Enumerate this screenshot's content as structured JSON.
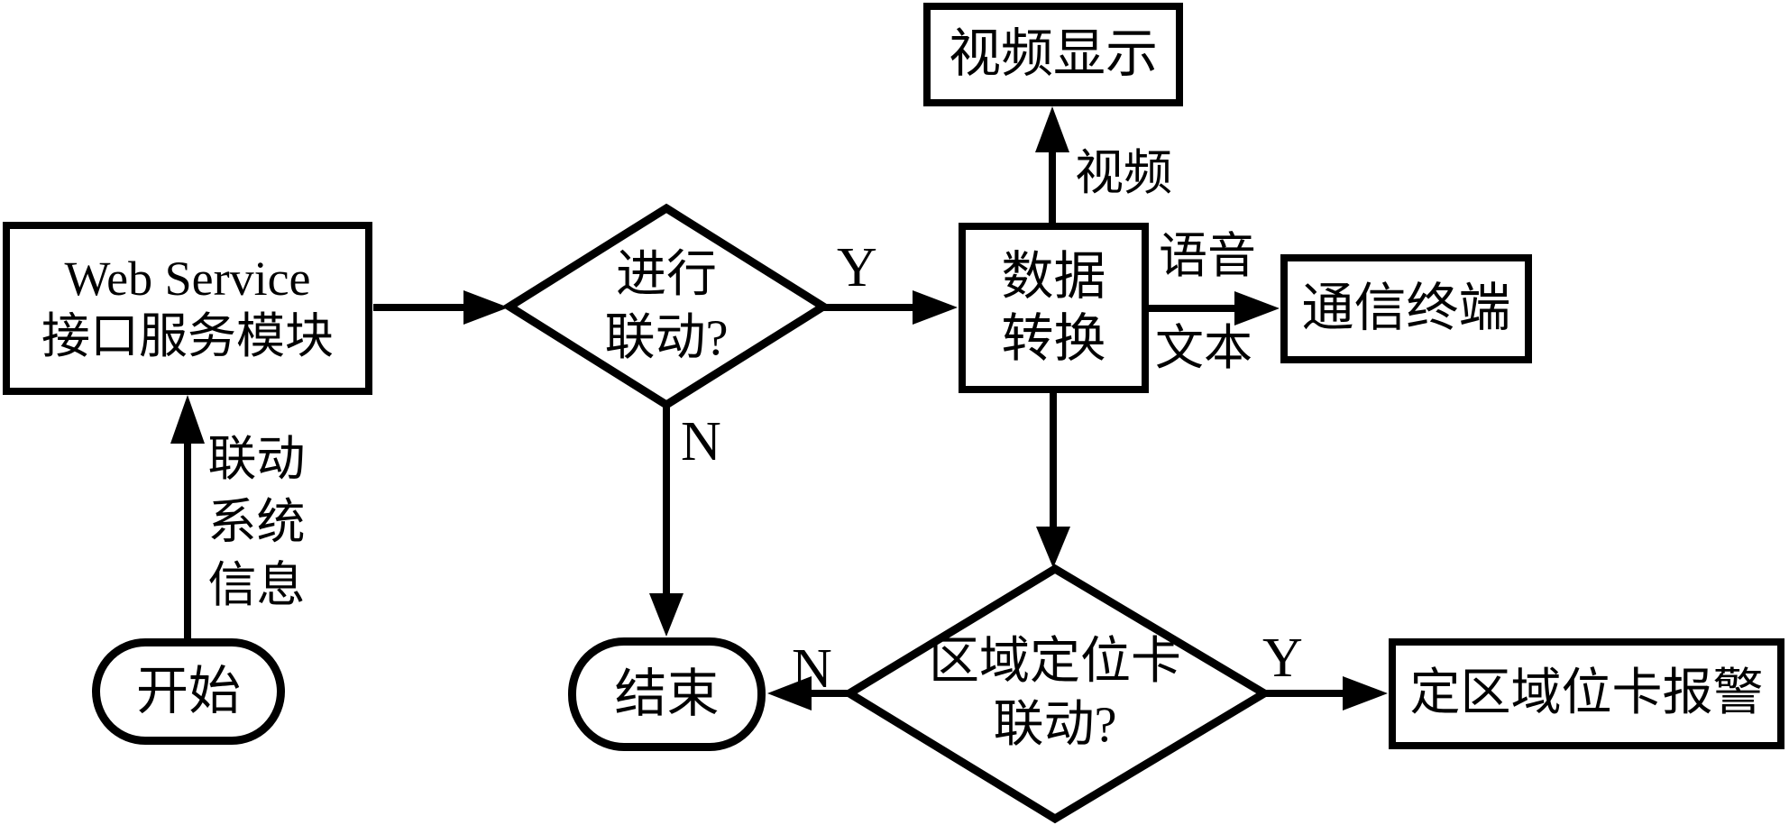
{
  "diagram": {
    "type": "flowchart",
    "colors": {
      "background": "#ffffff",
      "stroke": "#000000"
    },
    "nodes": {
      "video_display": {
        "label": "视频显示"
      },
      "web_service": {
        "line1": "Web Service",
        "line2": "接口服务模块"
      },
      "linkage_decision": {
        "line1": "进行",
        "line2": "联动?"
      },
      "data_convert": {
        "line1": "数据",
        "line2": "转换"
      },
      "comm_terminal": {
        "label": "通信终端"
      },
      "start": {
        "label": "开始"
      },
      "end": {
        "label": "结束"
      },
      "area_card_decision": {
        "line1": "区域定位卡",
        "line2": "联动?"
      },
      "area_card_alarm": {
        "label": "定区域位卡报警"
      }
    },
    "edge_labels": {
      "video": "视频",
      "voice": "语音",
      "text": "文本",
      "linkage_info1": "联动",
      "linkage_info2": "系统",
      "linkage_info3": "信息",
      "yes_linkage": "Y",
      "no_linkage": "N",
      "yes_area_card": "Y",
      "no_area_card": "N"
    }
  }
}
